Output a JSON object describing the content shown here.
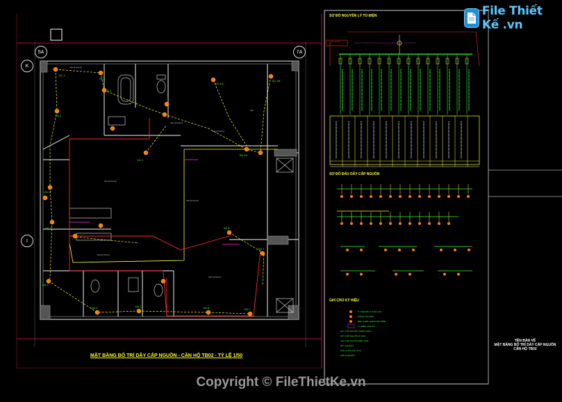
{
  "logo": {
    "text": "File Thiết Kế .vn",
    "icon": "document-icon"
  },
  "copyright": "Copyright © FileThietKe.vn",
  "plan": {
    "title": "MẶT BẰNG BỐ TRÍ DÂY CẤP NGUỒN - CĂN HỘ TB02 - TỶ LỆ 1/50",
    "axes": {
      "top_left": "5A",
      "top_right": "7A",
      "left_top": "K",
      "left_mid": "I"
    }
  },
  "panel": {
    "section1": "SƠ ĐỒ NGUYÊN LÝ TỦ ĐIỆN",
    "section2": "SƠ ĐỒ ĐẤU DÂY CẤP NGUỒN",
    "section3": "GHI CHÚ KÝ HIỆU"
  },
  "sheet_label": {
    "line1": "TÊN BẢN VẼ",
    "line2": "MẶT BẰNG BỐ TRÍ DÂY CẤP NGUỒN",
    "line3": "CĂN HỘ TB02"
  },
  "colors": {
    "wall": "#c8c8c8",
    "yellow": "#ffff33",
    "red": "#ff2a2a",
    "green": "#33ff33",
    "magenta": "#ff33ff",
    "frame": "#b01040"
  }
}
